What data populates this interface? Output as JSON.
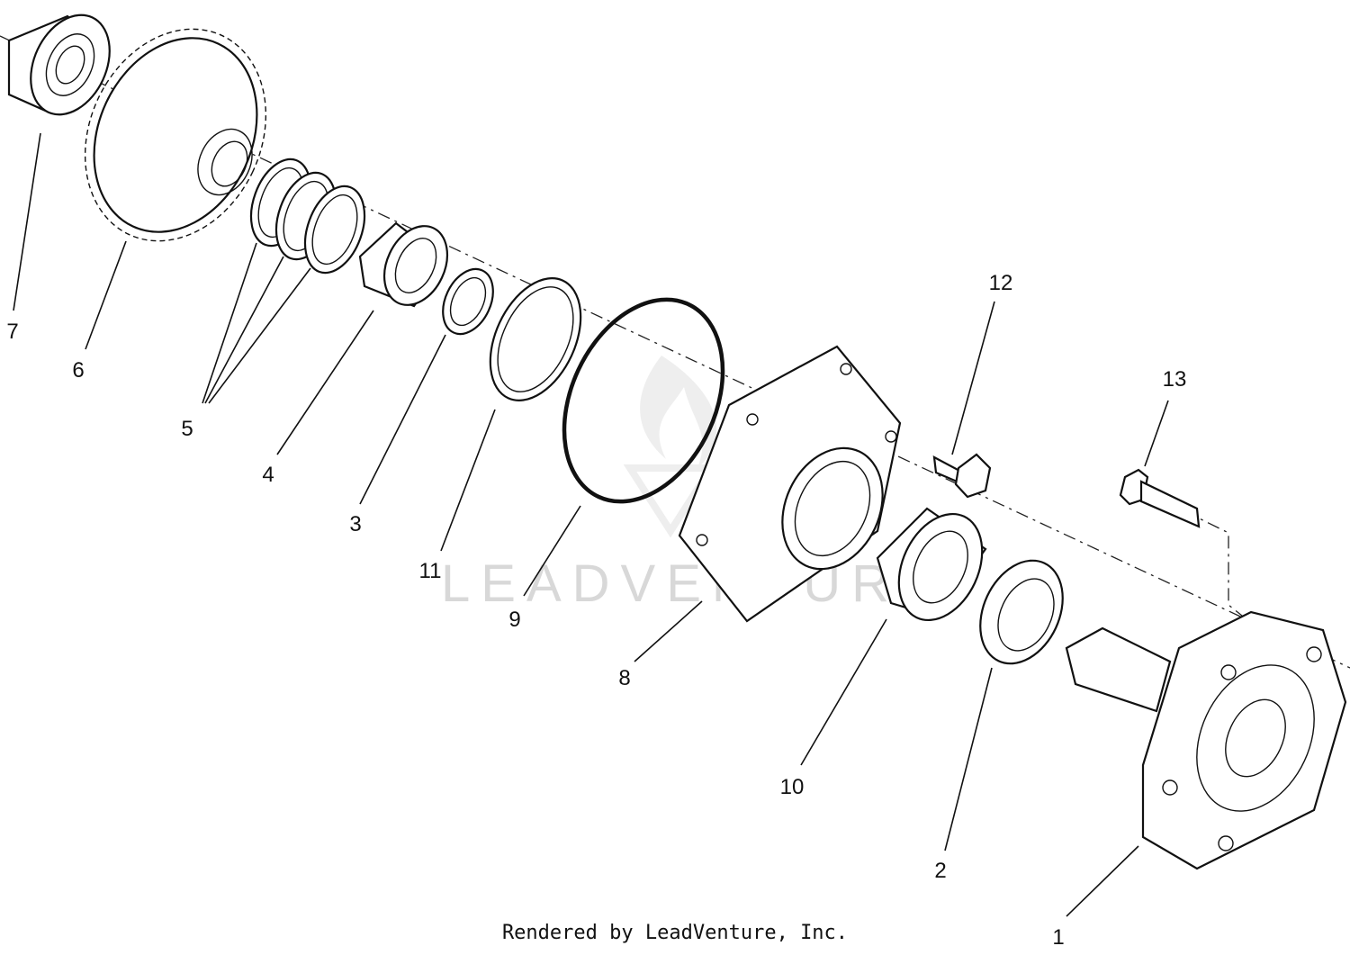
{
  "diagram": {
    "callouts": {
      "c1": "1",
      "c2": "2",
      "c3": "3",
      "c4": "4",
      "c5": "5",
      "c6": "6",
      "c7": "7",
      "c8": "8",
      "c9": "9",
      "c10": "10",
      "c11": "11",
      "c12": "12",
      "c13": "13"
    },
    "watermark_text": "LEADVENTURE",
    "credit_text": "Rendered by LeadVenture, Inc."
  }
}
